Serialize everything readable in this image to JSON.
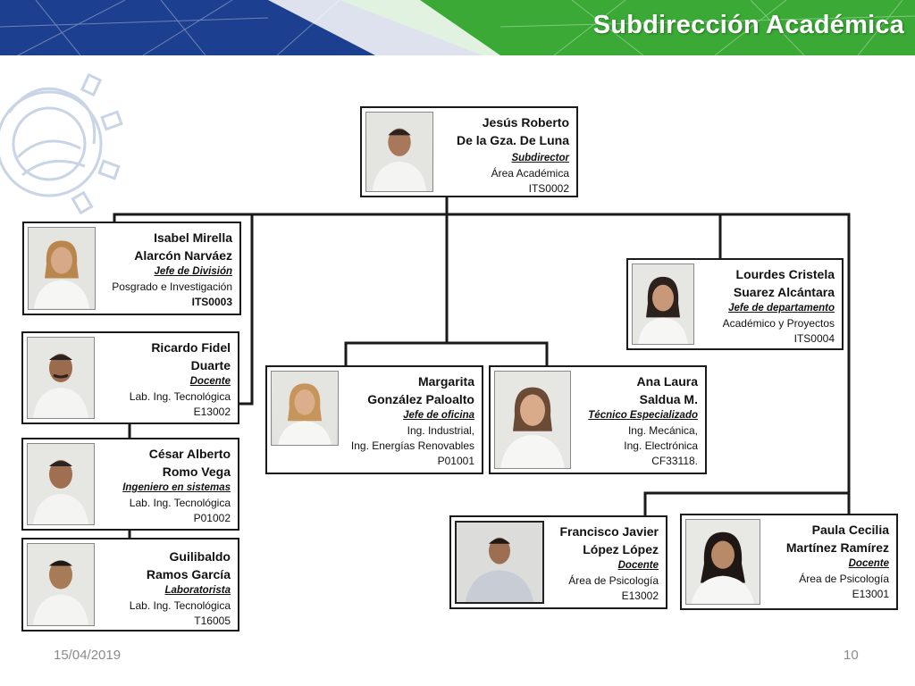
{
  "header": {
    "title": "Subdirección Académica"
  },
  "footer": {
    "date": "15/04/2019",
    "page": "10"
  },
  "colors": {
    "banner_blue": "#1d3f8f",
    "banner_green": "#3aa935",
    "line": "#1a1a1a"
  },
  "cards": {
    "subdirector": {
      "name1": "Jesús Roberto",
      "name2": "De la Gza. De Luna",
      "role": "Subdirector",
      "line1": "Área Académica",
      "line2": "ITS0002"
    },
    "isabel": {
      "name1": "Isabel Mirella",
      "name2": "Alarcón Narváez",
      "role": "Jefe de División",
      "line1": "Posgrado e  Investigación",
      "line2": "ITS0003"
    },
    "ricardo": {
      "name1": "Ricardo Fidel",
      "name2": "Duarte",
      "role": "Docente",
      "line1": "Lab. Ing. Tecnológica",
      "line2": "E13002"
    },
    "cesar": {
      "name1": "César Alberto",
      "name2": "Romo Vega",
      "role": "Ingeniero en sistemas",
      "line1": "Lab. Ing. Tecnológica",
      "line2": "P01002"
    },
    "guilibaldo": {
      "name1": "Guilibaldo",
      "name2": "Ramos García",
      "role": "Laboratorista",
      "line1": "Lab. Ing. Tecnológica",
      "line2": "T16005"
    },
    "margarita": {
      "name1": "Margarita",
      "name2": "González Paloalto",
      "role": "Jefe de oficina",
      "line1": "Ing. Industrial,",
      "line2": "Ing. Energías Renovables",
      "line3": "P01001"
    },
    "ana": {
      "name1": "Ana Laura",
      "name2": "Saldua M.",
      "role": "Técnico Especializado",
      "line1": "Ing. Mecánica,",
      "line2": "Ing. Electrónica",
      "line3": "CF33118."
    },
    "lourdes": {
      "name1": "Lourdes Cristela",
      "name2": "Suarez Alcántara",
      "role": "Jefe de  departamento",
      "line1": "Académico y Proyectos",
      "line2": "ITS0004"
    },
    "francisco": {
      "name1": "Francisco Javier",
      "name2": "López López",
      "role": "Docente",
      "line1": "Área de Psicología",
      "line2": "E13002"
    },
    "paula": {
      "name1": "Paula Cecilia",
      "name2": "Martínez Ramírez",
      "role": "Docente",
      "line1": "Área de Psicología",
      "line2": "E13001"
    }
  }
}
